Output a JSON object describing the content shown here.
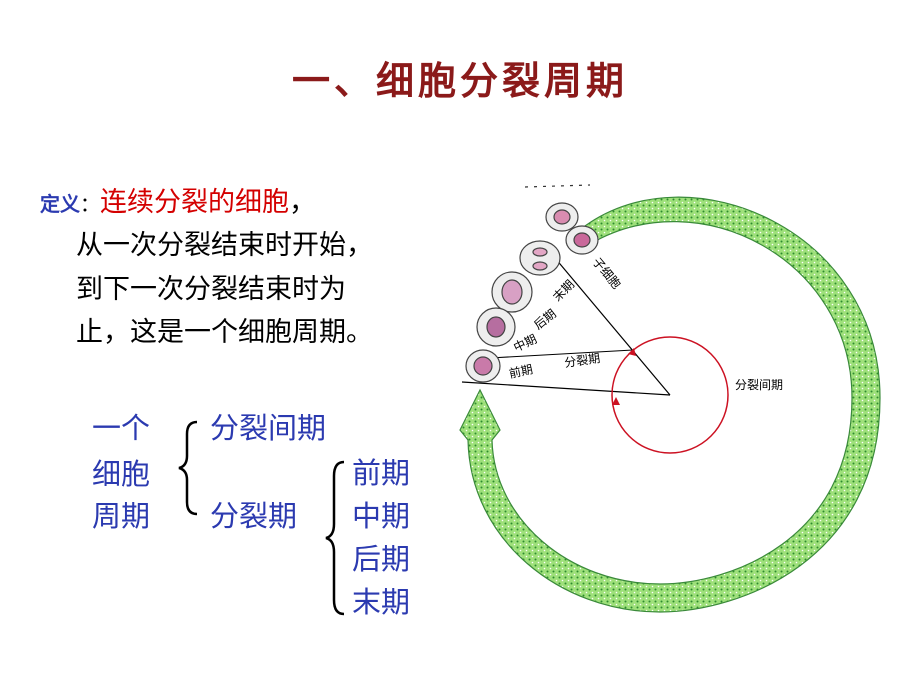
{
  "title": "一、细胞分裂周期",
  "definition": {
    "label": "定义",
    "colon": "：",
    "highlight": "连续分裂的细胞",
    "comma": "，",
    "lines": [
      "从一次分裂结束时开始，",
      "到下一次分裂结束时为",
      "止，这是一个细胞周期。"
    ]
  },
  "classification": {
    "root": [
      "一个",
      "细胞",
      "周期"
    ],
    "interphase": "分裂间期",
    "mitosis": "分裂期",
    "phases": [
      "前期",
      "中期",
      "后期",
      "末期"
    ]
  },
  "diagram": {
    "labels": {
      "interphase": "分裂间期",
      "mitosis": "分裂期",
      "prophase": "前期",
      "metaphase": "中期",
      "anaphase": "后期",
      "telophase": "末期",
      "daughter": "子细胞"
    },
    "colors": {
      "arrow": "#5fbf3c",
      "circle": "#cc1122",
      "title": "#8b1a1a",
      "blue": "#2b3ab0"
    }
  }
}
